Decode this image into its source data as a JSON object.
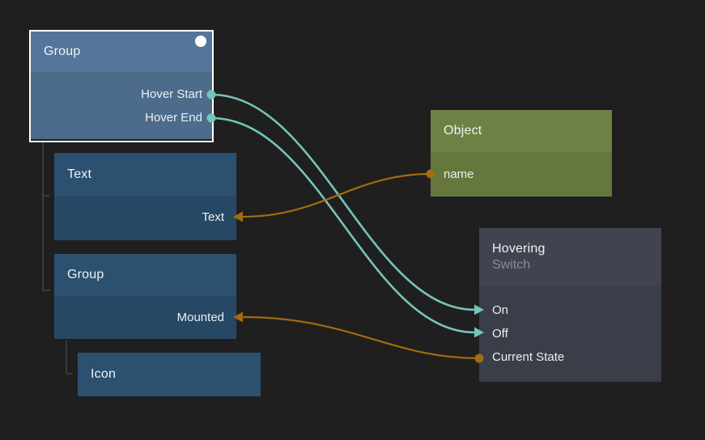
{
  "app": {
    "view": "node-graph-canvas"
  },
  "colors": {
    "background": "#201f1f",
    "signal": "#74c5bb",
    "data": "#a06d10",
    "tree_line": "#434343",
    "selection": "#ffffff",
    "node_blue_header": "#2b5070",
    "node_blue_body": "#274864",
    "node_selected_header": "#54769a",
    "node_selected_body": "#4d6c8b",
    "node_green_header": "#6e8144",
    "node_green_body": "#65773c",
    "node_slate_header": "#3f4450",
    "node_slate_body": "#393e49"
  },
  "nodes": {
    "group1": {
      "title": "Group",
      "selected": true,
      "outputs": [
        "Hover Start",
        "Hover End"
      ]
    },
    "text1": {
      "title": "Text",
      "inputs": [
        "Text"
      ]
    },
    "group2": {
      "title": "Group",
      "inputs": [
        "Mounted"
      ]
    },
    "icon1": {
      "title": "Icon"
    },
    "object1": {
      "title": "Object",
      "outputs": [
        "name"
      ]
    },
    "hovering": {
      "title": "Hovering",
      "subtitle": "Switch",
      "inputs": [
        "On",
        "Off"
      ],
      "outputs": [
        "Current State"
      ]
    }
  },
  "hierarchy": [
    {
      "parent": "Group",
      "children": [
        "Text",
        "Group"
      ]
    },
    {
      "parent": "Group (child)",
      "children": [
        "Icon"
      ]
    }
  ],
  "connections": [
    {
      "from": "Group.Hover Start",
      "to": "Hovering.On",
      "kind": "signal"
    },
    {
      "from": "Group.Hover End",
      "to": "Hovering.Off",
      "kind": "signal"
    },
    {
      "from": "Object.name",
      "to": "Text.Text",
      "kind": "data"
    },
    {
      "from": "Hovering.Current State",
      "to": "Group.Mounted",
      "kind": "data"
    }
  ]
}
